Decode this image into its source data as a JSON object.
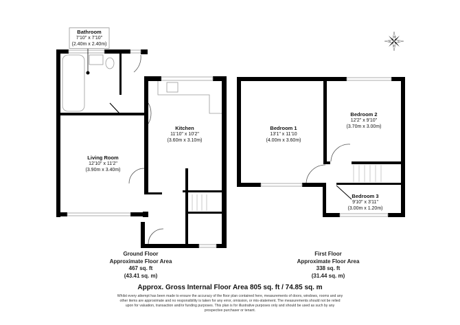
{
  "compass": {
    "letters": [
      "W",
      "N",
      "S",
      "E"
    ]
  },
  "ground_floor": {
    "rooms": [
      {
        "name": "Bathroom",
        "imperial": "7'10\" x 7'10\"",
        "metric": "(2.40m x 2.40m)"
      },
      {
        "name": "Kitchen",
        "imperial": "11'10\" x 10'2\"",
        "metric": "(3.60m x 3.10m)"
      },
      {
        "name": "Living Room",
        "imperial": "12'10\" x 11'2\"",
        "metric": "(3.90m x 3.40m)"
      }
    ],
    "label": {
      "title": "Ground Floor",
      "subtitle": "Approximate Floor Area",
      "sqft": "467 sq. ft",
      "sqm": "(43.41 sq. m)"
    }
  },
  "first_floor": {
    "rooms": [
      {
        "name": "Bedroom 1",
        "imperial": "13'1\" x 11'10",
        "metric": "(4.00m x 3.60m)"
      },
      {
        "name": "Bedroom 2",
        "imperial": "12'2\" x 9'10\"",
        "metric": "(3.70m x 3.00m)"
      },
      {
        "name": "Bedroom 3",
        "imperial": "9'10\" x 3'11\"",
        "metric": "(3.00m x 1.20m)"
      }
    ],
    "label": {
      "title": "First Floor",
      "subtitle": "Approximate Floor Area",
      "sqft": "338 sq. ft",
      "sqm": "(31.44 sq. m)"
    }
  },
  "total": "Approx. Gross Internal Floor Area 805 sq. ft / 74.85 sq. m",
  "disclaimer": "Whilst every attempt has been made to ensure the accuracy of the floor plan contained here, measurements of doors, windows, rooms and any other items are approximate and no responsibility is taken for any error, omission, or mis-statement. The measurements should not be relied upon for valuation, transaction and/or funding purposes. This plan is for illustrative purposes only and should be used as such by any prospective purchaser or tenant."
}
